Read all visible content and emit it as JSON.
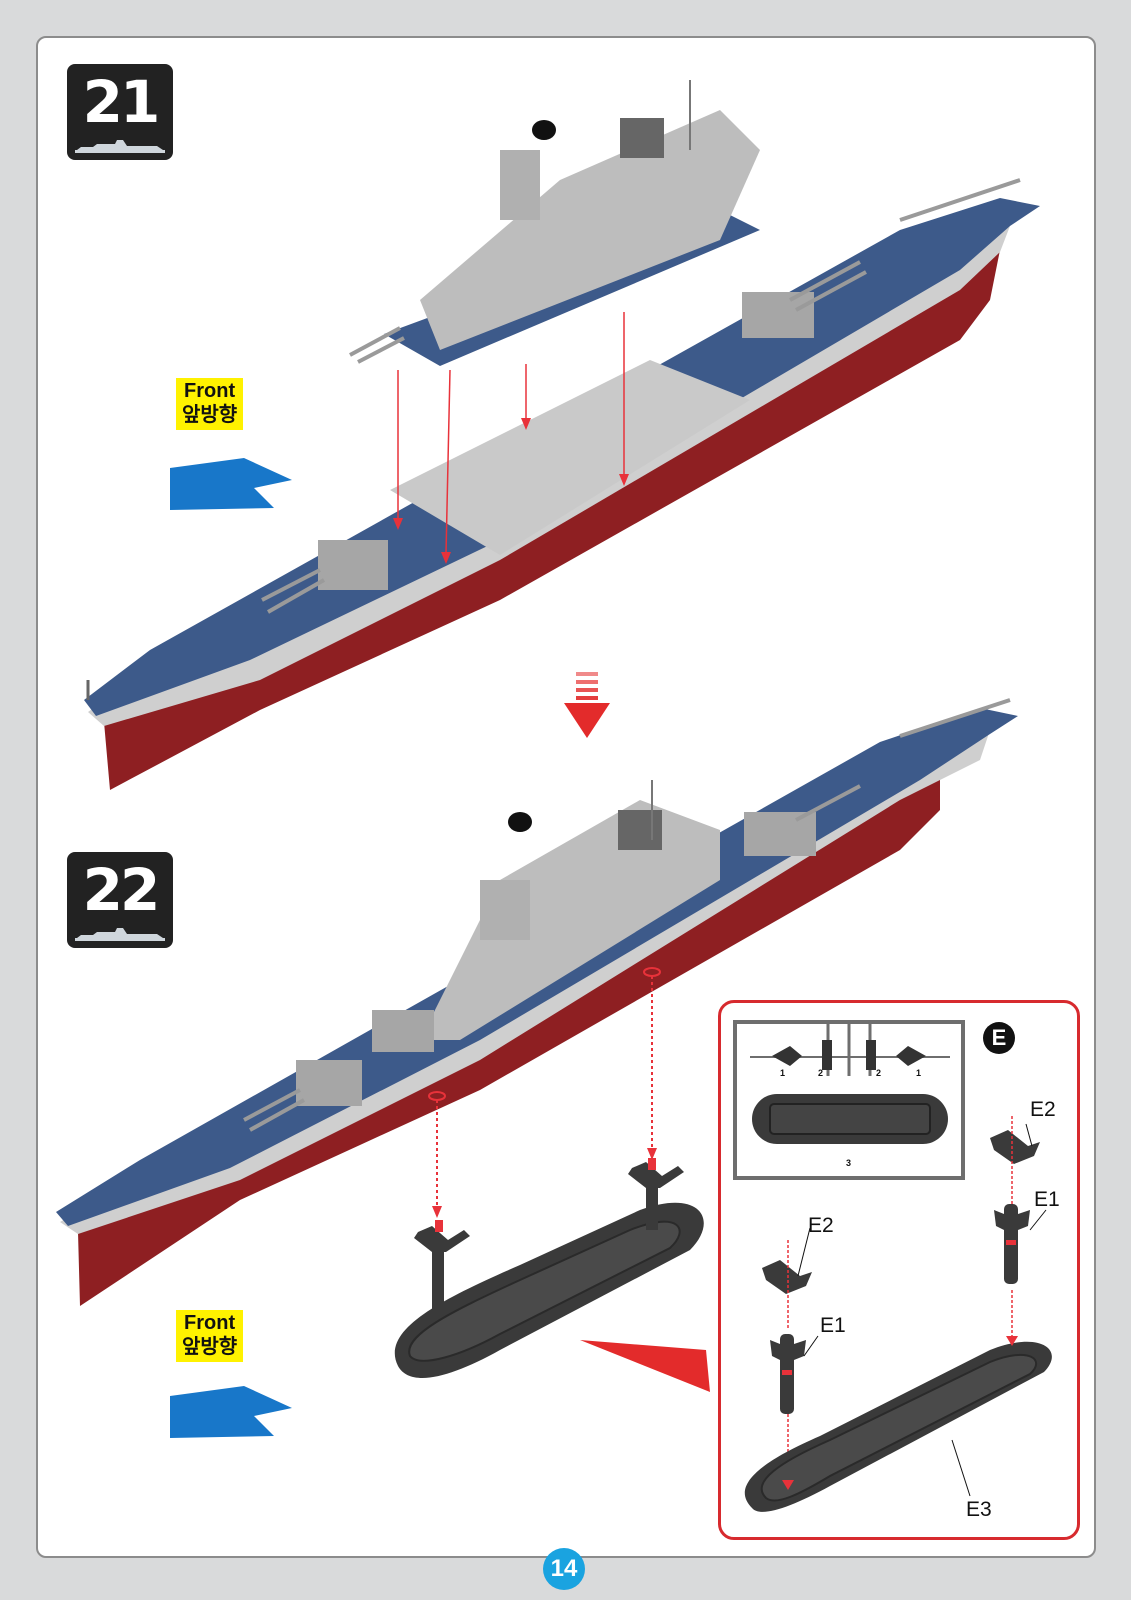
{
  "page": {
    "number": "14"
  },
  "steps": [
    {
      "number": "21",
      "front_en": "Front",
      "front_ko": "앞방향"
    },
    {
      "number": "22",
      "front_en": "Front",
      "front_ko": "앞방향"
    }
  ],
  "detail": {
    "sprue_letter": "E",
    "sprue_numbers": [
      "1",
      "2",
      "2",
      "1",
      "3"
    ],
    "callouts": {
      "e2_right": "E2",
      "e1_right": "E1",
      "e2_left": "E2",
      "e1_left": "E1",
      "e3": "E3"
    }
  },
  "colors": {
    "deck": "#3d5a8a",
    "hull_red": "#8e1f22",
    "hull_grey": "#c9c9c9",
    "superstructure": "#b9b9b9",
    "guide_line": "#e8323a",
    "stand": "#3a3a3a",
    "arrow_blue": "#1877c9",
    "label_yellow": "#fff200"
  }
}
